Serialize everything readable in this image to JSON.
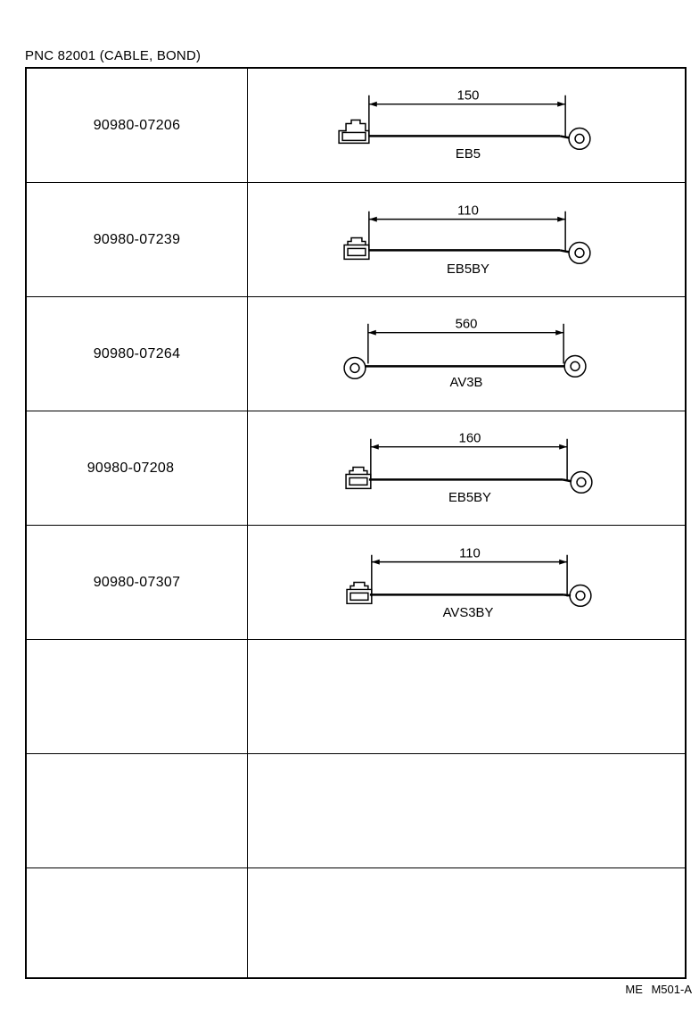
{
  "header": {
    "title": "PNC  82001 (CABLE, BOND)"
  },
  "footer": {
    "code": "ME  M501-A"
  },
  "parts": [
    {
      "part_number": "90980-07206",
      "length": "150",
      "wire_code": "EB5",
      "end_a": "square-connector",
      "end_b": "ring-terminal"
    },
    {
      "part_number": "90980-07239",
      "length": "110",
      "wire_code": "EB5BY",
      "end_a": "stepped-connector",
      "end_b": "ring-terminal"
    },
    {
      "part_number": "90980-07264",
      "length": "560",
      "wire_code": "AV3B",
      "end_a": "ring-terminal",
      "end_b": "ring-terminal"
    },
    {
      "part_number": "90980-07208",
      "length": "160",
      "wire_code": "EB5BY",
      "end_a": "stepped-connector",
      "end_b": "ring-terminal"
    },
    {
      "part_number": "90980-07307",
      "length": "110",
      "wire_code": "AVS3BY",
      "end_a": "stepped-connector",
      "end_b": "ring-terminal"
    },
    {
      "part_number": "",
      "length": "",
      "wire_code": ""
    },
    {
      "part_number": "",
      "length": "",
      "wire_code": ""
    },
    {
      "part_number": "",
      "length": "",
      "wire_code": ""
    }
  ]
}
